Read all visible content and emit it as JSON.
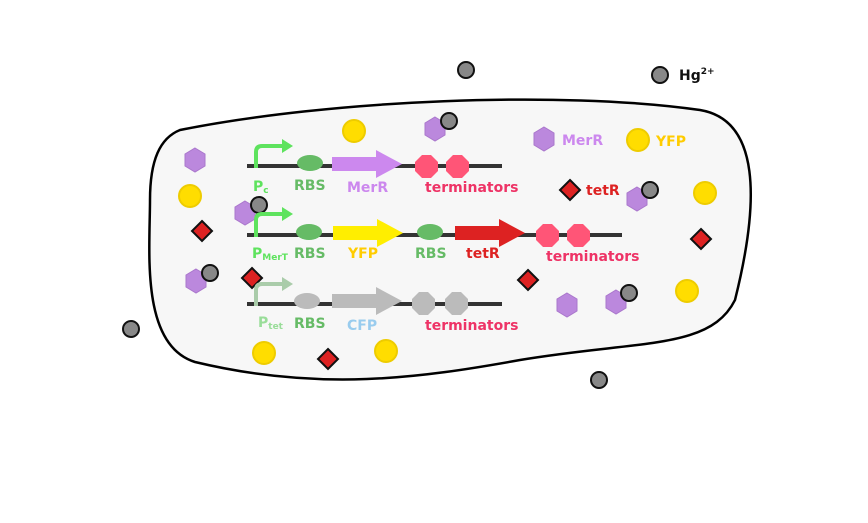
{
  "legend": {
    "hg": "Hg",
    "hg_sup": "2+",
    "merr": "MerR",
    "yfp": "YFP",
    "tetr": "tetR"
  },
  "circuit1": {
    "promoter_main": "P",
    "promoter_sub": "c",
    "rbs": "RBS",
    "gene": "MerR",
    "terminators": "terminators"
  },
  "circuit2": {
    "promoter_main": "P",
    "promoter_sub": "MerT",
    "rbs1": "RBS",
    "gene1": "YFP",
    "rbs2": "RBS",
    "gene2": "tetR",
    "terminators": "terminators"
  },
  "circuit3": {
    "promoter_main": "P",
    "promoter_sub": "tet",
    "rbs": "RBS",
    "gene": "CFP",
    "terminators": "terminators"
  },
  "colors": {
    "cell_fill": "#f7f7f7",
    "dna": "#333333",
    "green": "#5ee35e",
    "rbs_green": "#66bb66",
    "merr_purple": "#cc88ee",
    "hex_purple": "#bb88dd",
    "yfp_yellow": "#ffee00",
    "tetr_red": "#dd2222",
    "terminator_pink": "#ff5577",
    "label_pink": "#ee3366",
    "gray_part": "#bbbbbb",
    "cfp_blue": "#99ccee",
    "hg_gray": "#888888",
    "dot_yellow": "#ffdd00"
  }
}
